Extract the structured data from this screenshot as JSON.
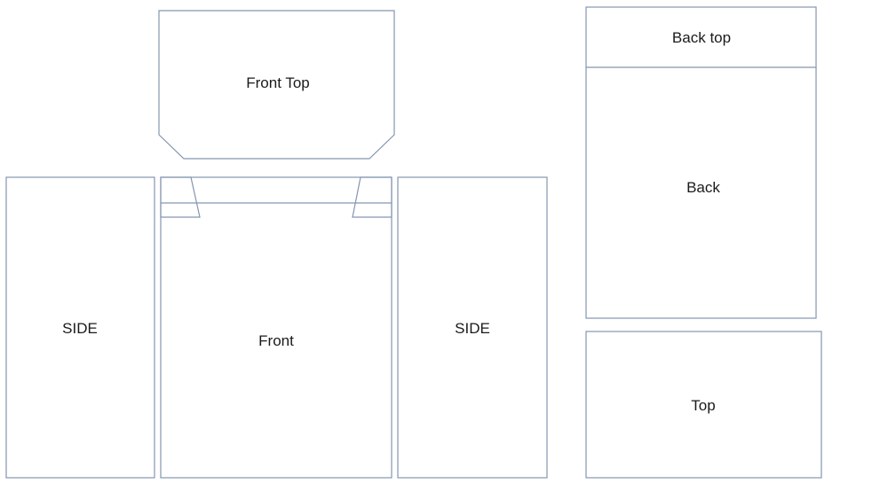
{
  "diagram": {
    "labels": {
      "front_top": "Front Top",
      "back_top": "Back top",
      "back": "Back",
      "side_left": "SIDE",
      "front": "Front",
      "side_right": "SIDE",
      "top": "Top"
    },
    "colors": {
      "outline": "#8496b0",
      "text": "#1a1a1a",
      "background": "#ffffff"
    }
  }
}
